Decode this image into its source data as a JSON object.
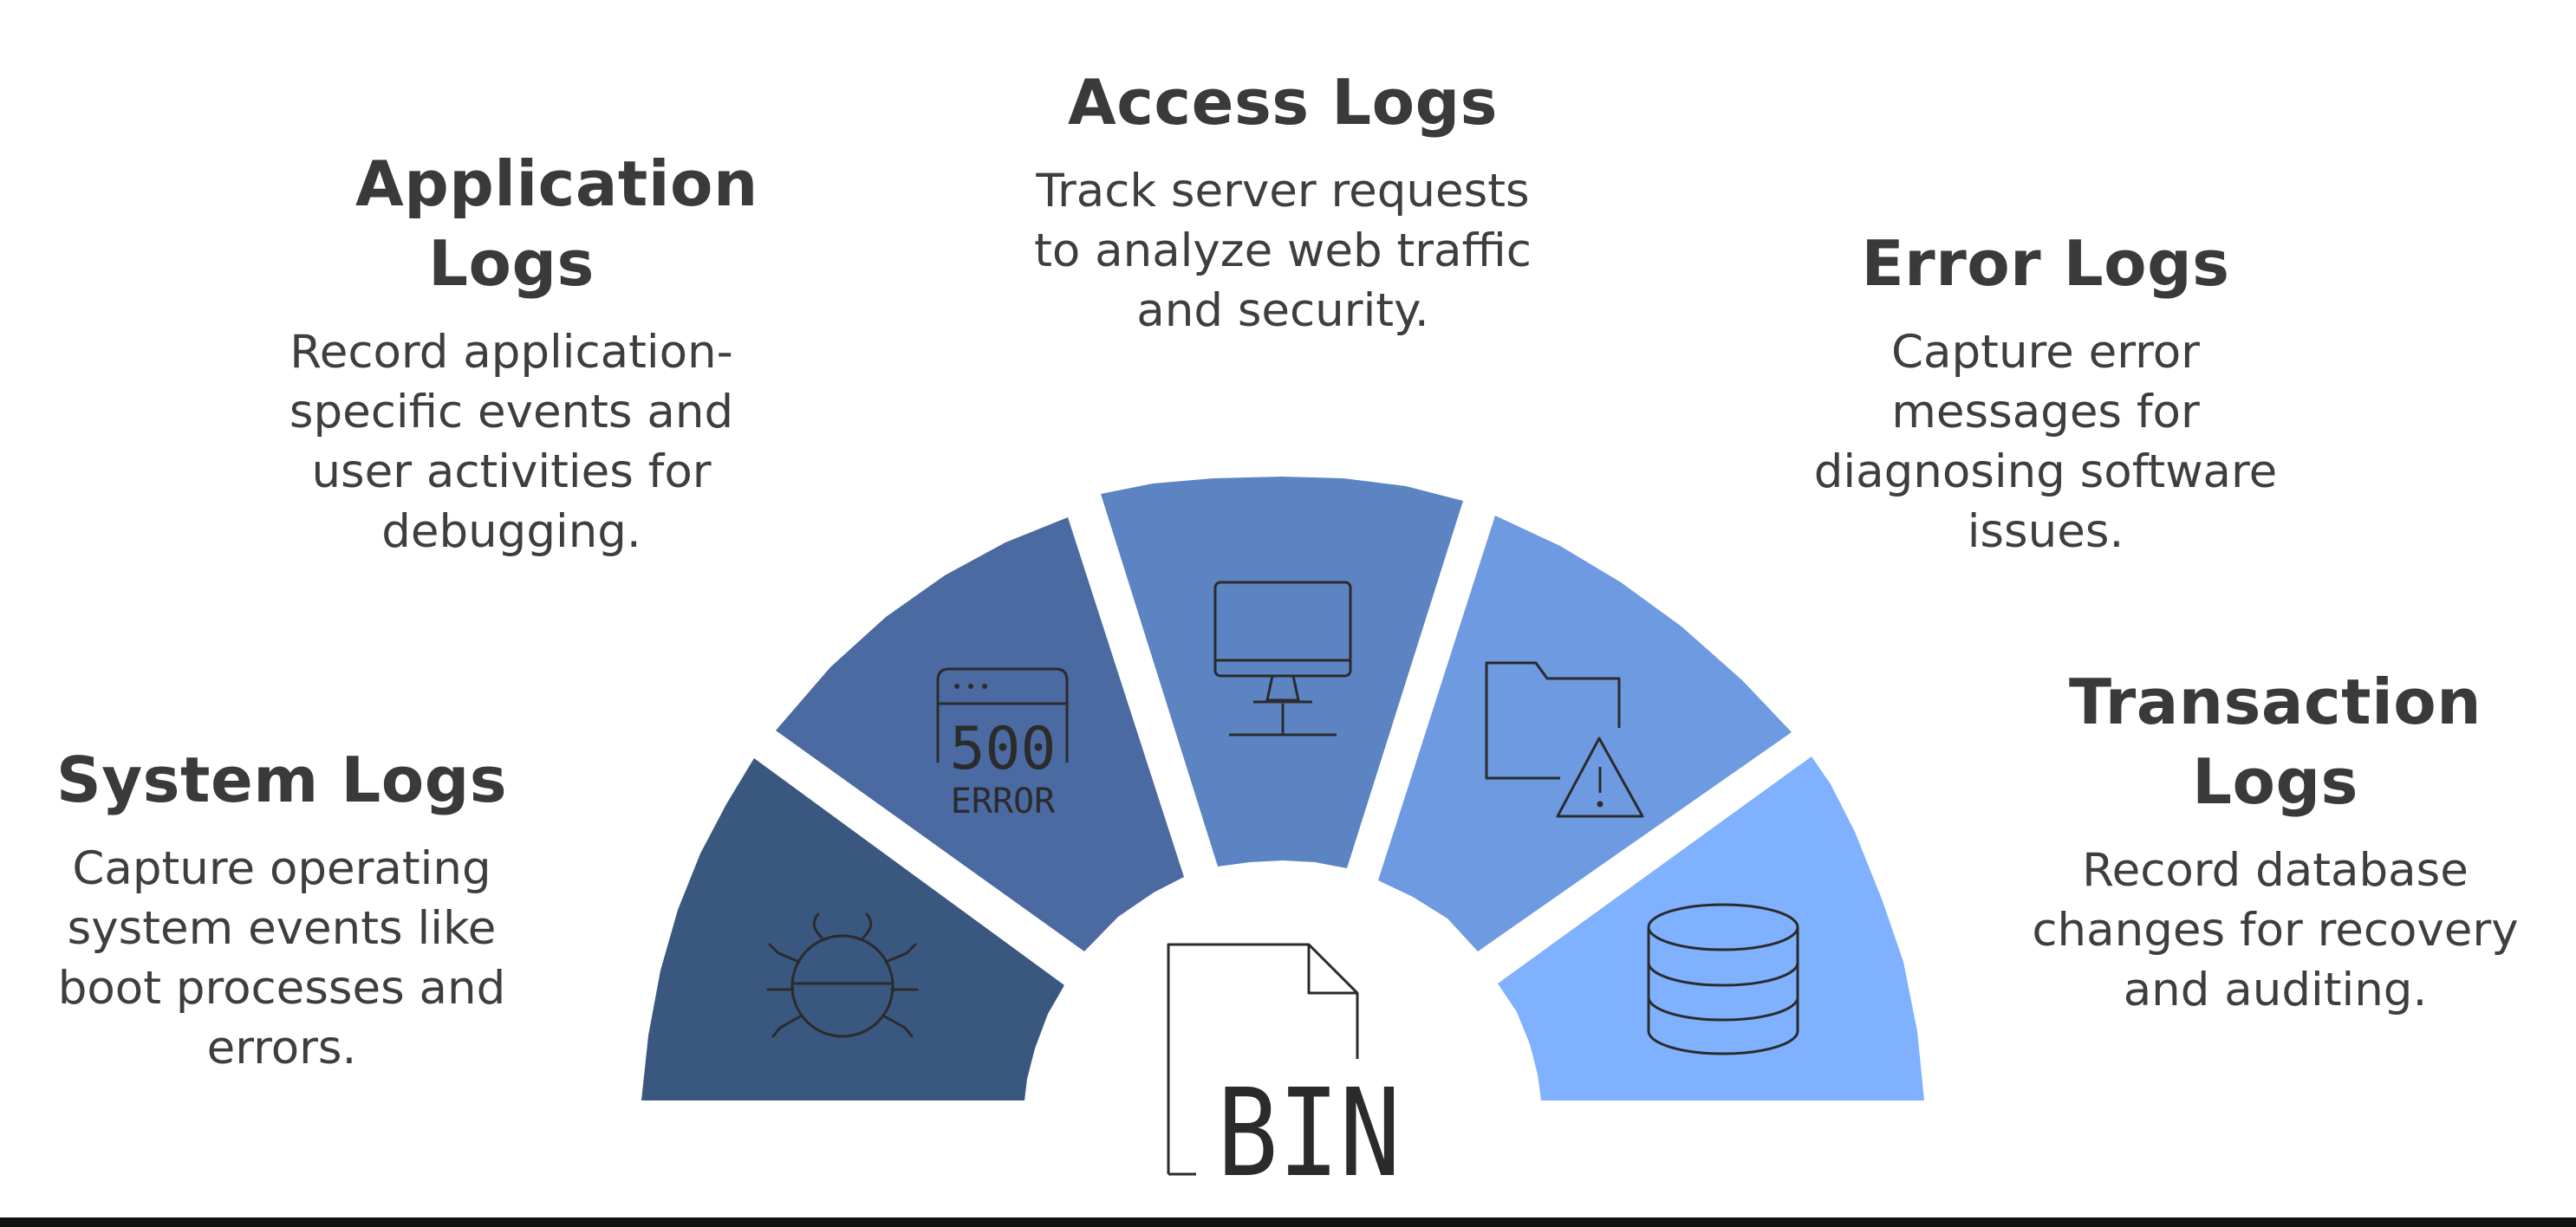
{
  "colors": {
    "system": "#3a5780",
    "application": "#4b6aa1",
    "access": "#5c84c2",
    "error": "#6d9ae0",
    "transaction": "#80b1fe",
    "icon_stroke": "#2b2b2b",
    "text": "#3d3d3d"
  },
  "segments": [
    {
      "key": "system",
      "title": "System Logs",
      "description": "Capture operating system events like boot processes and errors.",
      "icon": "bug-icon"
    },
    {
      "key": "application",
      "title": "Application Logs",
      "description": "Record application-specific events and user activities for debugging.",
      "icon": "server-error-500-icon",
      "icon_text": {
        "code": "500",
        "word": "ERROR"
      }
    },
    {
      "key": "access",
      "title": "Access Logs",
      "description": "Track server requests to analyze web traffic and security.",
      "icon": "monitor-icon"
    },
    {
      "key": "error",
      "title": "Error Logs",
      "description": "Capture error messages for diagnosing software issues.",
      "icon": "folder-warning-icon"
    },
    {
      "key": "transaction",
      "title": "Transaction Logs",
      "description": "Record database changes for recovery and auditing.",
      "icon": "database-icon"
    }
  ],
  "center": {
    "icon": "bin-file-icon",
    "text": "BIN"
  }
}
